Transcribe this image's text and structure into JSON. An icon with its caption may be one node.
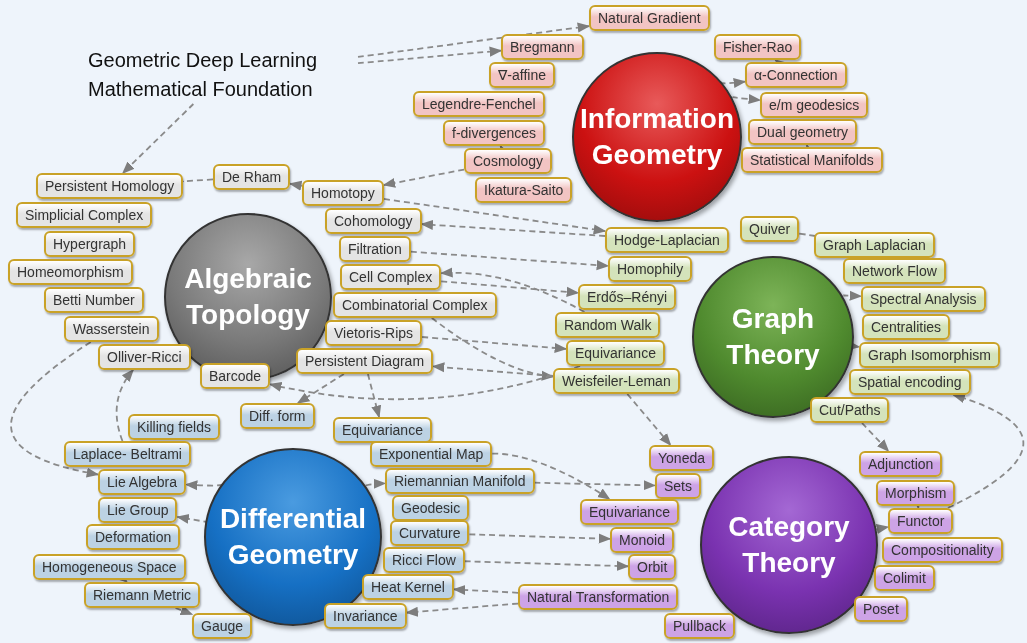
{
  "diagram": {
    "nodes": [
      {
        "text": [
          "Geometric Deep Learning Mathematical Foundation"
        ]
      },
      {
        "text": [
          "Information Geometry"
        ]
      },
      {
        "text": [
          "Natural Gradient"
        ]
      },
      {
        "text": [
          "Bregmann"
        ]
      },
      {
        "text": [
          "∇-affine"
        ]
      },
      {
        "text": [
          "Legendre-Fenchel"
        ]
      },
      {
        "text": [
          "f-divergences"
        ]
      },
      {
        "text": [
          "Cosmology"
        ]
      },
      {
        "text": [
          "Ikatura-Saito"
        ]
      },
      {
        "text": [
          "Fisher-Rao"
        ]
      },
      {
        "text": [
          "α-Connection"
        ]
      },
      {
        "text": [
          "e/m geodesics"
        ]
      },
      {
        "text": [
          "Dual geometry"
        ]
      },
      {
        "text": [
          "Statistical Manifolds"
        ]
      },
      {
        "text": [
          "Algebraic Topology"
        ]
      },
      {
        "text": [
          "Persistent Homology"
        ]
      },
      {
        "text": [
          "De Rham"
        ]
      },
      {
        "text": [
          "Homotopy"
        ]
      },
      {
        "text": [
          "Simplicial Complex"
        ]
      },
      {
        "text": [
          "Cohomology"
        ]
      },
      {
        "text": [
          "Hypergraph"
        ]
      },
      {
        "text": [
          "Filtration"
        ]
      },
      {
        "text": [
          "Homeomorphism"
        ]
      },
      {
        "text": [
          "Cell Complex"
        ]
      },
      {
        "text": [
          "Betti Number"
        ]
      },
      {
        "text": [
          "Combinatorial Complex"
        ]
      },
      {
        "text": [
          "Wasserstein"
        ]
      },
      {
        "text": [
          "Vietoris-Rips"
        ]
      },
      {
        "text": [
          "Olliver-Ricci"
        ]
      },
      {
        "text": [
          "Persistent Diagram"
        ]
      },
      {
        "text": [
          "Barcode"
        ]
      },
      {
        "text": [
          "Graph Theory"
        ]
      },
      {
        "text": [
          "Hodge-Laplacian"
        ]
      },
      {
        "text": [
          "Quiver"
        ]
      },
      {
        "text": [
          "Graph Laplacian"
        ]
      },
      {
        "text": [
          "Homophily"
        ]
      },
      {
        "text": [
          "Network Flow"
        ]
      },
      {
        "text": [
          "Erdős–Rényi"
        ]
      },
      {
        "text": [
          "Spectral Analysis"
        ]
      },
      {
        "text": [
          "Random Walk"
        ]
      },
      {
        "text": [
          "Centralities"
        ]
      },
      {
        "text": [
          "Equivariance"
        ]
      },
      {
        "text": [
          "Graph Isomorphism"
        ]
      },
      {
        "text": [
          "Weisfeiler-Leman"
        ]
      },
      {
        "text": [
          "Spatial encoding"
        ]
      },
      {
        "text": [
          "Cut/Paths"
        ]
      },
      {
        "text": [
          "Differential Geometry"
        ]
      },
      {
        "text": [
          "Diff. form"
        ]
      },
      {
        "text": [
          "Killing fields"
        ]
      },
      {
        "text": [
          "Equivariance"
        ]
      },
      {
        "text": [
          "Laplace- Beltrami"
        ]
      },
      {
        "text": [
          "Exponential Map"
        ]
      },
      {
        "text": [
          "Lie Algebra"
        ]
      },
      {
        "text": [
          "Riemannian Manifold"
        ]
      },
      {
        "text": [
          "Lie Group"
        ]
      },
      {
        "text": [
          "Geodesic"
        ]
      },
      {
        "text": [
          "Deformation"
        ]
      },
      {
        "text": [
          "Curvature"
        ]
      },
      {
        "text": [
          "Homogeneous Space"
        ]
      },
      {
        "text": [
          "Ricci Flow"
        ]
      },
      {
        "text": [
          "Riemann Metric"
        ]
      },
      {
        "text": [
          "Heat Kernel"
        ]
      },
      {
        "text": [
          "Gauge"
        ]
      },
      {
        "text": [
          "Invariance"
        ]
      },
      {
        "text": [
          "Category Theory"
        ]
      },
      {
        "text": [
          "Yoneda"
        ]
      },
      {
        "text": [
          "Sets"
        ]
      },
      {
        "text": [
          "Equivariance"
        ]
      },
      {
        "text": [
          "Monoid"
        ]
      },
      {
        "text": [
          "Orbit"
        ]
      },
      {
        "text": [
          "Natural Transformation"
        ]
      },
      {
        "text": [
          "Pullback"
        ]
      },
      {
        "text": [
          "Adjunction"
        ]
      },
      {
        "text": [
          "Morphism"
        ]
      },
      {
        "text": [
          "Functor"
        ]
      },
      {
        "text": [
          "Compositionality"
        ]
      },
      {
        "text": [
          "Colimit"
        ]
      },
      {
        "text": [
          "Poset"
        ]
      }
    ],
    "edges": [
      {
        "from": 0,
        "to": 2,
        "arrow": "to"
      },
      {
        "from": 0,
        "to": 3,
        "arrow": "to"
      },
      {
        "from": 0,
        "to": 15,
        "arrow": "to"
      },
      {
        "from": 17,
        "to": 16,
        "arrow": "to"
      },
      {
        "from": 16,
        "to": 15,
        "arrow": "to"
      },
      {
        "from": 1,
        "to": 10,
        "arrow": "to"
      },
      {
        "from": 1,
        "to": 11,
        "arrow": "to"
      },
      {
        "from": 10,
        "to": 9,
        "arrow": "to"
      },
      {
        "from": 13,
        "to": 12,
        "arrow": "to"
      },
      {
        "from": 7,
        "to": 6,
        "arrow": "to"
      },
      {
        "from": 7,
        "to": 17,
        "arrow": "to"
      },
      {
        "from": 17,
        "to": 32,
        "arrow": "to"
      },
      {
        "from": 33,
        "to": 34,
        "arrow": "to"
      },
      {
        "from": 31,
        "to": 38,
        "arrow": "to"
      },
      {
        "from": 31,
        "to": 42,
        "arrow": "to"
      },
      {
        "from": 32,
        "to": 19,
        "arrow": "to"
      },
      {
        "from": 21,
        "to": 35,
        "arrow": "to"
      },
      {
        "from": 23,
        "to": 37,
        "arrow": "to"
      },
      {
        "from": 39,
        "to": 23,
        "arrow": "to"
      },
      {
        "from": 27,
        "to": 41,
        "arrow": "to"
      },
      {
        "from": 25,
        "to": 43,
        "arrow": "to"
      },
      {
        "from": 43,
        "to": 29,
        "arrow": "to"
      },
      {
        "from": 41,
        "to": 30,
        "arrow": "to"
      },
      {
        "from": 29,
        "to": 47,
        "arrow": "to"
      },
      {
        "from": 29,
        "to": 49,
        "arrow": "to"
      },
      {
        "from": 45,
        "to": 72,
        "arrow": "to"
      },
      {
        "from": 73,
        "to": 74,
        "arrow": "to"
      },
      {
        "from": 74,
        "to": 44,
        "arrow": "to"
      },
      {
        "from": 46,
        "to": 52,
        "arrow": "to"
      },
      {
        "from": 46,
        "to": 54,
        "arrow": "to"
      },
      {
        "from": 46,
        "to": 53,
        "arrow": "to"
      },
      {
        "from": 58,
        "to": 60,
        "arrow": "to"
      },
      {
        "from": 60,
        "to": 62,
        "arrow": "to"
      },
      {
        "from": 50,
        "to": 28,
        "arrow": "to"
      },
      {
        "from": 43,
        "to": 65,
        "arrow": "to"
      },
      {
        "from": 53,
        "to": 66,
        "arrow": "to"
      },
      {
        "from": 51,
        "to": 67,
        "arrow": "to"
      },
      {
        "from": 57,
        "to": 68,
        "arrow": "to"
      },
      {
        "from": 59,
        "to": 69,
        "arrow": "to"
      },
      {
        "from": 70,
        "to": 61,
        "arrow": "to"
      },
      {
        "from": 70,
        "to": 63,
        "arrow": "to"
      },
      {
        "from": 64,
        "to": 74,
        "arrow": "to"
      },
      {
        "from": 26,
        "to": 52,
        "arrow": "to"
      }
    ]
  }
}
